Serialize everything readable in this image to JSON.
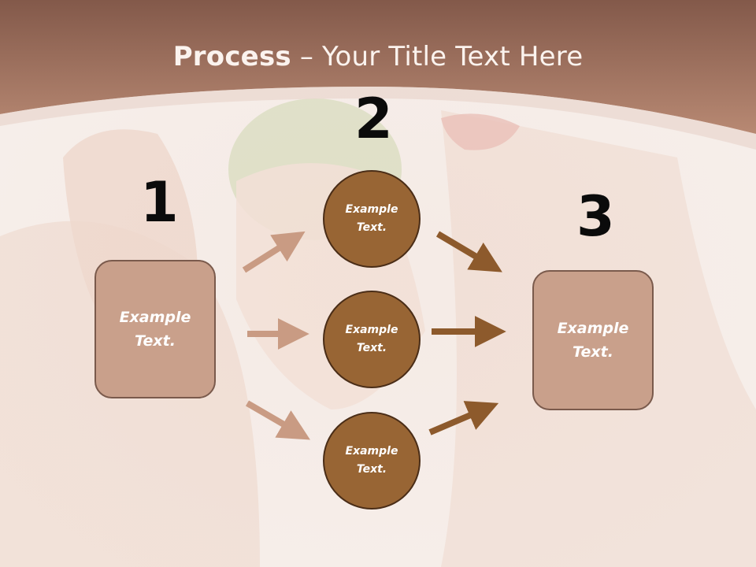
{
  "title": {
    "bold": "Process",
    "rest": " – Your Title Text Here"
  },
  "steps": {
    "one": {
      "number": "1"
    },
    "two": {
      "number": "2"
    },
    "three": {
      "number": "3"
    }
  },
  "left_box": {
    "line1": "Example",
    "line2": "Text."
  },
  "right_box": {
    "line1": "Example",
    "line2": "Text."
  },
  "circles": [
    {
      "line1": "Example",
      "line2": "Text."
    },
    {
      "line1": "Example",
      "line2": "Text."
    },
    {
      "line1": "Example",
      "line2": "Text."
    }
  ],
  "colors": {
    "header": "#a97a62",
    "box_fill": "#c9a08b",
    "circle_fill": "#986534",
    "arrow_light": "#c99b83",
    "arrow_dark": "#8d5a2c"
  }
}
